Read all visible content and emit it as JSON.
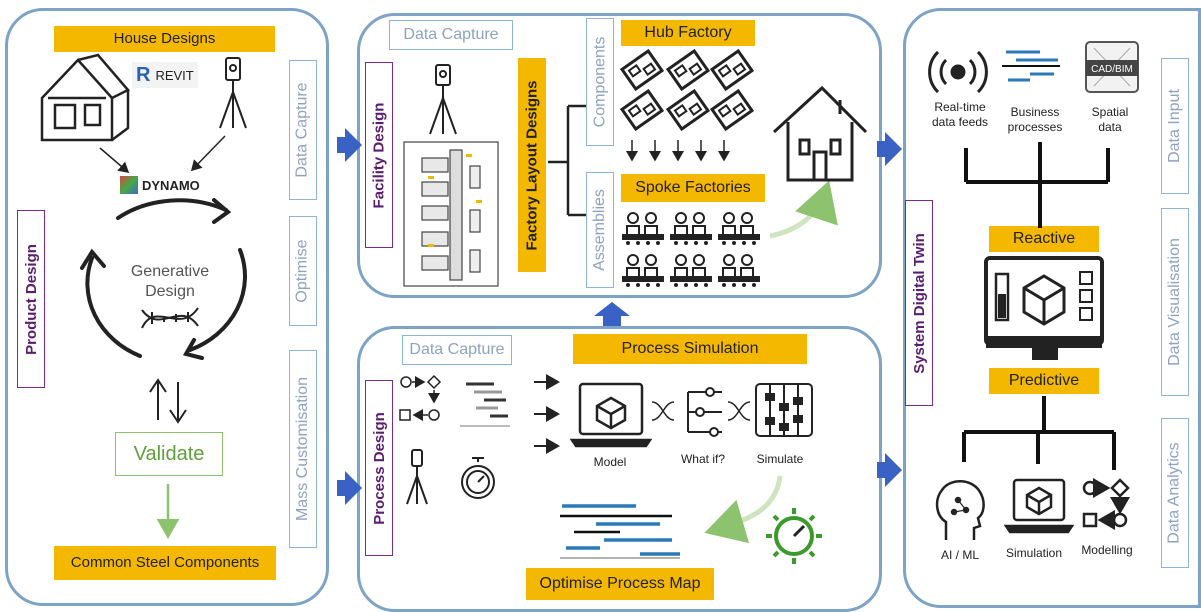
{
  "product_design": {
    "title": "Product Design",
    "house_designs": "House Designs",
    "revit": "REVIT",
    "dynamo": "DYNAMO",
    "generative_design": "Generative Design",
    "validate": "Validate",
    "common_steel": "Common Steel Components",
    "side_labels": [
      "Data Capture",
      "Optimise",
      "Mass Customisation"
    ]
  },
  "facility": {
    "data_capture": "Data Capture",
    "facility_design": "Facility Design",
    "factory_layout": "Factory Layout Designs",
    "components": "Components",
    "assemblies": "Assemblies",
    "hub_factory": "Hub Factory",
    "spoke_factories": "Spoke Factories"
  },
  "process": {
    "data_capture": "Data Capture",
    "process_design": "Process Design",
    "process_simulation": "Process Simulation",
    "model": "Model",
    "what_if": "What if?",
    "simulate": "Simulate",
    "optimise_map": "Optimise Process Map"
  },
  "digital_twin": {
    "title": "System Digital Twin",
    "realtime": [
      "Real-time",
      "data feeds"
    ],
    "business": [
      "Business",
      "processes"
    ],
    "spatial": [
      "Spatial",
      "data"
    ],
    "cad_bim": "CAD/BIM",
    "reactive": "Reactive",
    "predictive": "Predictive",
    "ai_ml": "AI / ML",
    "simulation": "Simulation",
    "modelling": "Modelling",
    "side_labels": [
      "Data Input",
      "Data Visualisation",
      "Data Analytics"
    ]
  },
  "colors": {
    "panel_border": "#7da3c7",
    "gold": "#f5b800",
    "arrow_blue": "#3a62c4",
    "purple": "#5a1d6f",
    "green": "#8dc26f"
  }
}
